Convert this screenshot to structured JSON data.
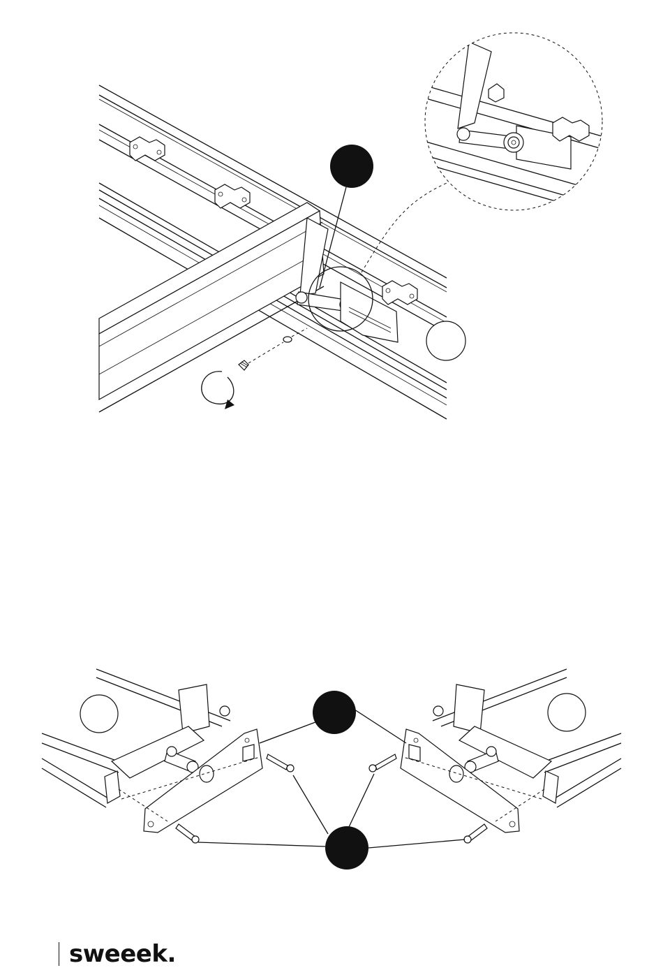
{
  "footer": {
    "brand": "sweeek."
  },
  "top_figure": {
    "callouts": [
      {
        "style": "filled"
      },
      {
        "style": "outline"
      }
    ],
    "has_detail_zoom": true
  },
  "bottom_figure": {
    "callouts": [
      {
        "style": "outline"
      },
      {
        "style": "filled"
      },
      {
        "style": "filled"
      },
      {
        "style": "outline"
      }
    ]
  },
  "colors": {
    "ink": "#111111",
    "paper": "#ffffff"
  }
}
